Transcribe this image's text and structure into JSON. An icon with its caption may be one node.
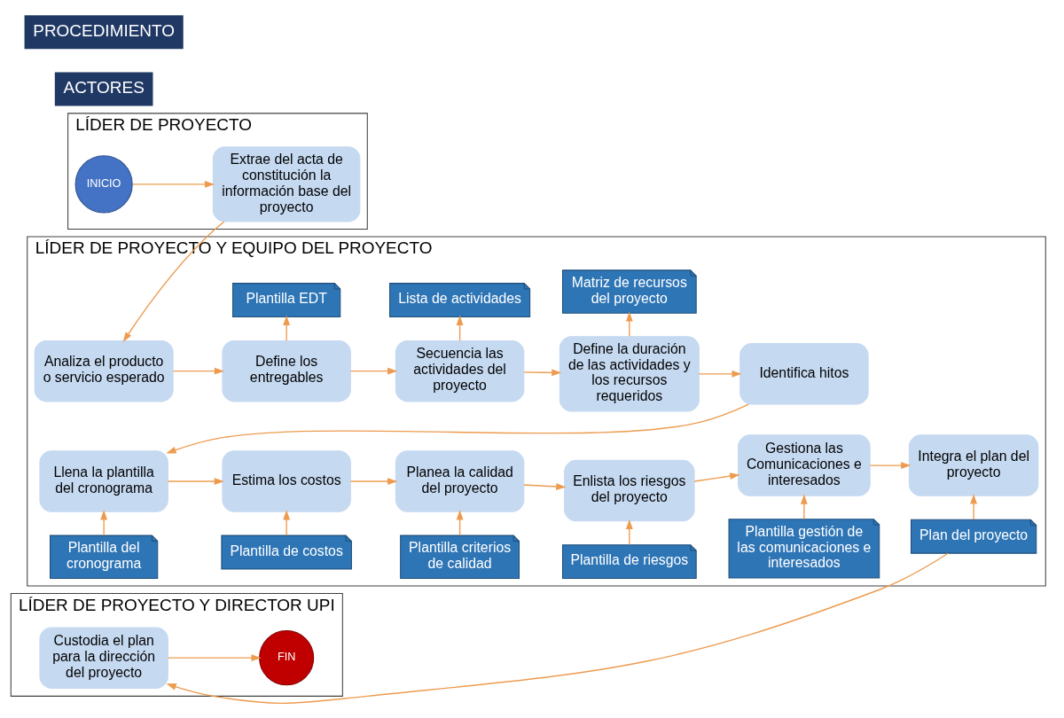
{
  "diagram": {
    "nodes": [
      {
        "text": [
          "LÍDER DE PROYECTO"
        ]
      },
      {
        "text": [
          "INICIO"
        ],
        "in": 0
      },
      {
        "text": [
          "Extrae del acta de constitución la información base del proyecto"
        ],
        "in": 0
      },
      {
        "text": [
          "LÍDER DE PROYECTO Y EQUIPO DEL PROYECTO"
        ]
      },
      {
        "text": [
          "Analiza el producto o servicio esperado"
        ],
        "in": 3
      },
      {
        "text": [
          "Plantilla EDT"
        ],
        "in": 3
      },
      {
        "text": [
          "Define los entregables"
        ],
        "in": 3
      },
      {
        "text": [
          "Lista de actividades"
        ],
        "in": 3
      },
      {
        "text": [
          "Secuencia las actividades del proyecto"
        ],
        "in": 3
      },
      {
        "text": [
          "Matriz de recursos del proyecto"
        ],
        "in": 3
      },
      {
        "text": [
          "Define la duración de las actividades y los recursos requeridos"
        ],
        "in": 3
      },
      {
        "text": [
          "Identifica hitos"
        ],
        "in": 3
      },
      {
        "text": [
          "Llena la plantilla del cronograma"
        ],
        "in": 3
      },
      {
        "text": [
          "Plantilla del cronograma"
        ],
        "in": 3
      },
      {
        "text": [
          "Estima los costos"
        ],
        "in": 3
      },
      {
        "text": [
          "Plantilla de costos"
        ],
        "in": 3
      },
      {
        "text": [
          "Planea la calidad del proyecto"
        ],
        "in": 3
      },
      {
        "text": [
          "Plantilla criterios de calidad"
        ],
        "in": 3
      },
      {
        "text": [
          "Enlista los riesgos del proyecto"
        ],
        "in": 3
      },
      {
        "text": [
          "Plantilla de riesgos"
        ],
        "in": 3
      },
      {
        "text": [
          "Gestiona las Comunicaciones e interesados"
        ],
        "in": 3
      },
      {
        "text": [
          "Plantilla gestión de las comunicaciones e interesados"
        ],
        "in": 3
      },
      {
        "text": [
          "Integra el plan del proyecto"
        ],
        "in": 3
      },
      {
        "text": [
          "Plan del proyecto"
        ],
        "in": 3
      },
      {
        "text": [
          "LÍDER DE PROYECTO Y DIRECTOR UPI"
        ]
      },
      {
        "text": [
          "Custodia el plan para la dirección del proyecto"
        ],
        "in": 24
      },
      {
        "text": [
          "FIN"
        ],
        "in": 24
      }
    ],
    "edges": [
      {
        "from": 1,
        "to": 2,
        "arrow": "to"
      },
      {
        "from": 2,
        "to": 4,
        "arrow": "to"
      },
      {
        "from": 4,
        "to": 6,
        "arrow": "to"
      },
      {
        "from": 6,
        "to": 5,
        "arrow": "to"
      },
      {
        "from": 6,
        "to": 8,
        "arrow": "to"
      },
      {
        "from": 8,
        "to": 7,
        "arrow": "to"
      },
      {
        "from": 8,
        "to": 10,
        "arrow": "to"
      },
      {
        "from": 10,
        "to": 9,
        "arrow": "to"
      },
      {
        "from": 10,
        "to": 11,
        "arrow": "to"
      },
      {
        "from": 11,
        "to": 12,
        "arrow": "to"
      },
      {
        "from": 13,
        "to": 12,
        "arrow": "to"
      },
      {
        "from": 12,
        "to": 14,
        "arrow": "to"
      },
      {
        "from": 15,
        "to": 14,
        "arrow": "to"
      },
      {
        "from": 14,
        "to": 16,
        "arrow": "to"
      },
      {
        "from": 17,
        "to": 16,
        "arrow": "to"
      },
      {
        "from": 16,
        "to": 18,
        "arrow": "to"
      },
      {
        "from": 19,
        "to": 18,
        "arrow": "to"
      },
      {
        "from": 18,
        "to": 20,
        "arrow": "to"
      },
      {
        "from": 21,
        "to": 20,
        "arrow": "to"
      },
      {
        "from": 20,
        "to": 22,
        "arrow": "to"
      },
      {
        "from": 23,
        "to": 22,
        "arrow": "to"
      },
      {
        "from": 23,
        "to": 25,
        "arrow": "to"
      },
      {
        "from": 25,
        "to": 26,
        "arrow": "to"
      }
    ],
    "labels": [
      "ACTORES",
      "PROCEDIMIENTO"
    ]
  }
}
